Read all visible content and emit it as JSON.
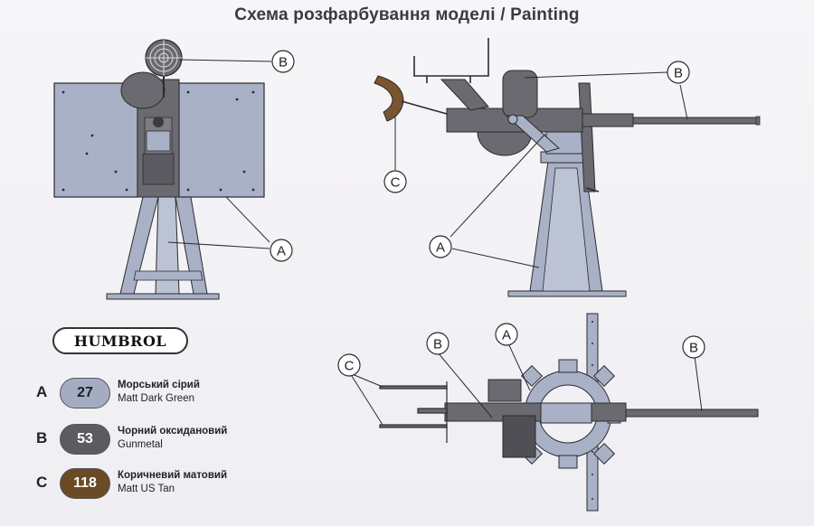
{
  "title": "Схема  розфарбування моделі / Painting",
  "brand": "HUMBROL",
  "callouts": {
    "front_b": "B",
    "front_a": "A",
    "side_b": "B",
    "side_c": "C",
    "side_a": "A",
    "top_c": "C",
    "top_b1": "B",
    "top_a": "A",
    "top_b2": "B"
  },
  "legend": [
    {
      "letter": "A",
      "number": "27",
      "name_ua": "Морський сірий",
      "name_en": "Matt Dark Green",
      "swatch_color": "#a3acc2",
      "text_color": "#1e1e24"
    },
    {
      "letter": "B",
      "number": "53",
      "name_ua": "Чорний оксидановий",
      "name_en": "Gunmetal",
      "swatch_color": "#5d5b62",
      "text_color": "#ffffff"
    },
    {
      "letter": "C",
      "number": "118",
      "name_ua": "Коричневий матовий",
      "name_en": "Matt US Tan",
      "swatch_color": "#6b4a26",
      "text_color": "#ffffff"
    }
  ],
  "colors": {
    "grey": "#a9b1c6",
    "grey_dark": "#8c93a7",
    "gunmetal": "#6a6a70",
    "tan": "#7a5530",
    "outline": "#2b2b30"
  }
}
